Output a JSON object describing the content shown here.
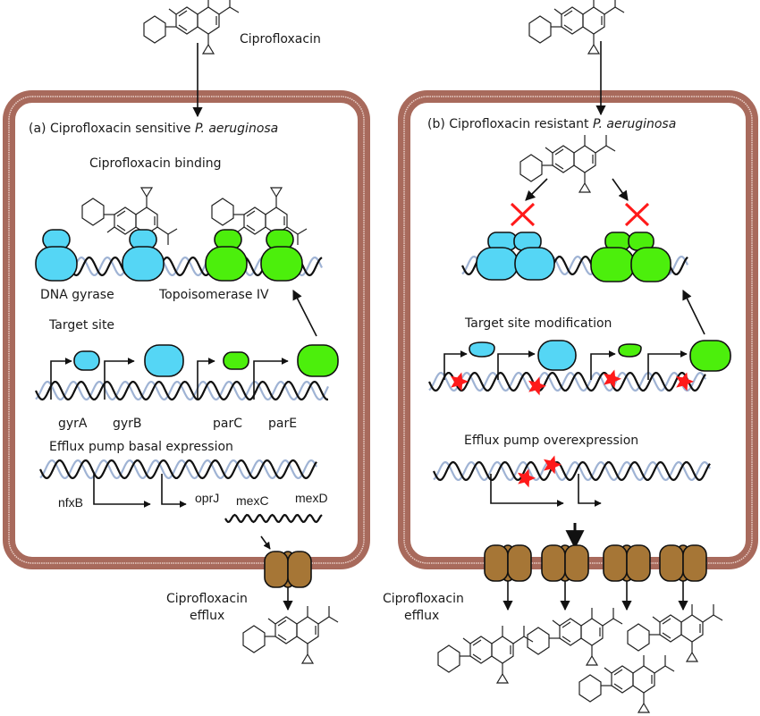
{
  "title_molecule_label": "Ciprofloxacin",
  "colors": {
    "membrane": "#a86a5c",
    "membrane_line": "#e9cfc8",
    "gyrase": "#55d6f5",
    "topoisomerase": "#4cef0c",
    "pump": "#a67636",
    "mutation_star": "#ff1a1a",
    "block_cross": "#ff1a1a",
    "dna_primary": "#111111",
    "dna_secondary": "#9fb3d4"
  },
  "panel_a": {
    "title_prefix": "(a) Ciprofloxacin sensitive ",
    "title_species": "P. aeruginosa",
    "binding_heading": "Ciprofloxacin binding",
    "enzyme_labels": [
      "DNA gyrase",
      "Topoisomerase IV"
    ],
    "target_heading": "Target site",
    "genes": [
      "gyrA",
      "gyrB",
      "parC",
      "parE"
    ],
    "efflux_heading": "Efflux pump basal expression",
    "efflux_genes": [
      "nfxB",
      "oprJ",
      "mexC",
      "mexD"
    ],
    "efflux_label_line1": "Ciprofloxacin",
    "efflux_label_line2": "efflux",
    "pump_count": 1,
    "effluxed_molecules": 1
  },
  "panel_b": {
    "title_prefix": "(b) Ciprofloxacin resistant ",
    "title_species": "P. aeruginosa",
    "target_heading": "Target site modification",
    "efflux_heading": "Efflux pump overexpression",
    "efflux_label_line1": "Ciprofloxacin",
    "efflux_label_line2": "efflux",
    "pump_count": 4,
    "effluxed_molecules": 4,
    "blocked_binding_sites": 2,
    "target_mutations": 4,
    "regulator_mutations": 2
  }
}
